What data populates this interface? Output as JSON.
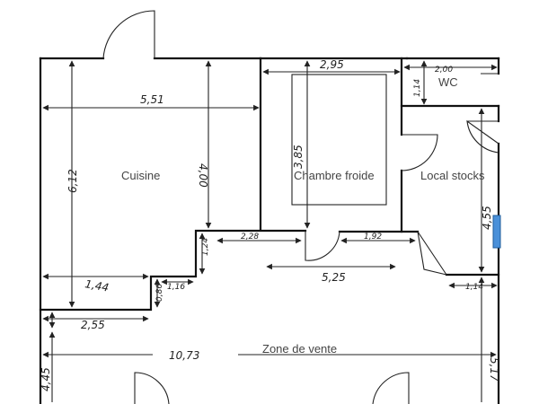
{
  "rooms": {
    "cuisine": "Cuisine",
    "chambre_froide": "Chambre froide",
    "local_stocks": "Local stocks",
    "wc": "WC",
    "zone_vente": "Zone de vente"
  },
  "dimensions": {
    "cuisine_width": "5,51",
    "cuisine_height": "6,12",
    "cuisine_inner": "4,00",
    "cuisine_bottom": "1,44",
    "chambre_width": "2,95",
    "chambre_height": "3,85",
    "wc_width": "2,00",
    "wc_height": "1,14",
    "stocks_height": "4,55",
    "opening_1": "2,28",
    "opening_2": "1,92",
    "corridor": "5,25",
    "step_a": "1,24",
    "step_b": "0,86",
    "step_c": "1,16",
    "vente_left": "2,55",
    "vente_width": "10,73",
    "vente_right": "5,17",
    "vente_left_h": "4,45",
    "stocks_bottom": "1,14"
  },
  "colors": {
    "window": "#4a90d9"
  }
}
